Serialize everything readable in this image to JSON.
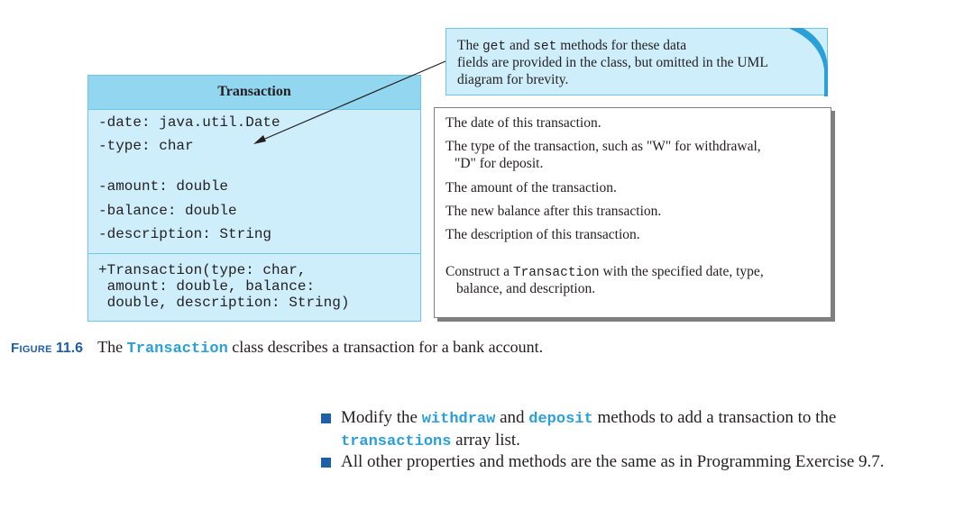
{
  "uml": {
    "class_name": "Transaction",
    "fields": [
      "-date: java.util.Date",
      "-type: char",
      "-amount: double",
      "-balance: double",
      "-description: String"
    ],
    "constructor_lines": [
      "+Transaction(type: char,",
      " amount: double, balance:",
      " double, description: String)"
    ]
  },
  "callout": {
    "line1_pre": "The ",
    "line1_get": "get",
    "line1_and": " and ",
    "line1_set": "set",
    "line1_post": " methods for these data",
    "line2": "fields are provided in the class, but omitted in the UML",
    "line3": "diagram for brevity."
  },
  "descriptions": {
    "date": "The date of this transaction.",
    "type_1": "The type of the transaction, such as \"W\" for withdrawal,",
    "type_2": "\"D\" for deposit.",
    "amount": "The amount of the transaction.",
    "balance": "The new balance after this transaction.",
    "description": "The description of this transaction.",
    "construct_pre": "Construct a ",
    "construct_code": "Transaction",
    "construct_post": " with the specified date, type,",
    "construct_2": "balance, and description."
  },
  "caption": {
    "label": "Figure",
    "number": "11.6",
    "text_pre": "The ",
    "code": "Transaction",
    "text_post": " class describes a transaction for a bank account."
  },
  "bullets": {
    "b1_pre": "Modify the ",
    "b1_code1": "withdraw",
    "b1_mid": " and ",
    "b1_code2": "deposit",
    "b1_post": " methods to add a transaction to the",
    "b1_code3": "transactions",
    "b1_end": " array list.",
    "b2": "All other properties and methods are the same as in Programming Exercise 9.7."
  },
  "colors": {
    "uml_fill": "#cdeefa",
    "uml_header": "#92d6f0",
    "accent_blue": "#1e5fa8",
    "code_blue": "#2a9fd8"
  }
}
